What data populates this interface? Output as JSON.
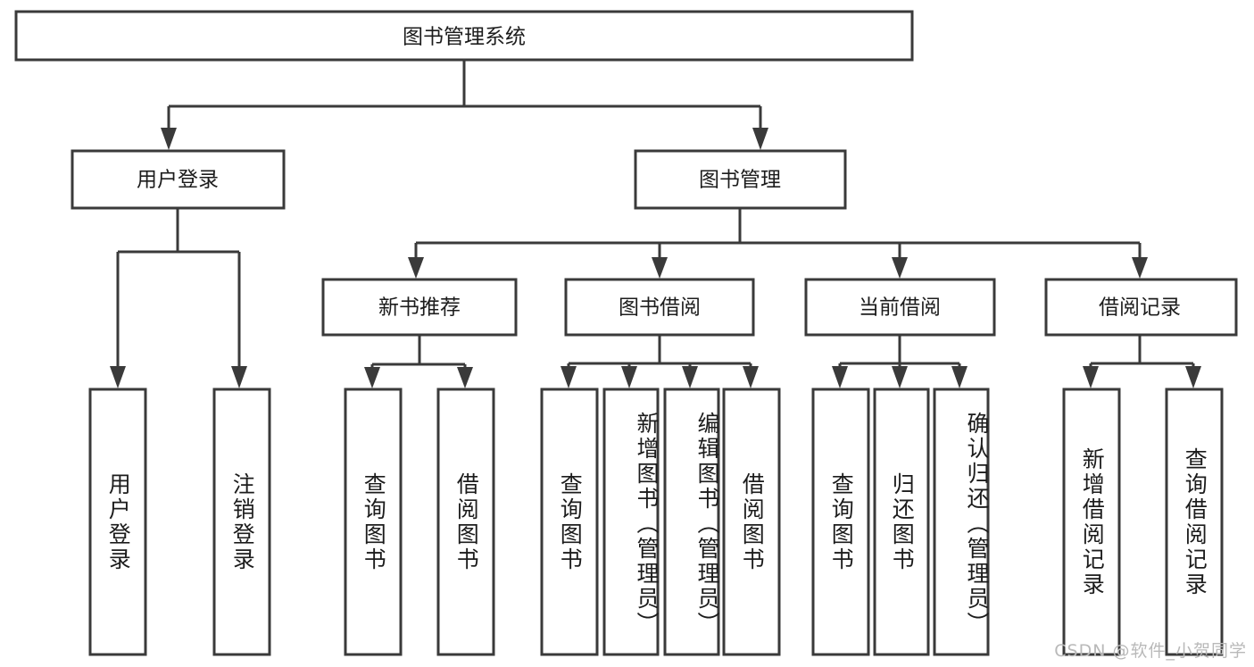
{
  "diagram": {
    "type": "tree-hierarchy-chart",
    "title": "图书管理系统",
    "watermark": "CSDN @软件_小贺同学",
    "colors": {
      "box_stroke": "#3a3a3a",
      "box_fill": "#ffffff",
      "text": "#1c1c1c",
      "watermark": "#b9b9b9",
      "background": "#ffffff"
    },
    "root": {
      "label": "图书管理系统"
    },
    "level2": [
      {
        "id": "user-login",
        "label": "用户登录"
      },
      {
        "id": "book-management",
        "label": "图书管理"
      }
    ],
    "level3": [
      {
        "id": "new-book-recommend",
        "label": "新书推荐"
      },
      {
        "id": "book-borrow",
        "label": "图书借阅"
      },
      {
        "id": "current-borrow",
        "label": "当前借阅"
      },
      {
        "id": "borrow-record",
        "label": "借阅记录"
      }
    ],
    "leaves": {
      "user_login": [
        {
          "id": "leaf-user-login",
          "label": "用户登录"
        },
        {
          "id": "leaf-logout-login",
          "label": "注销登录"
        }
      ],
      "new_book_recommend": [
        {
          "id": "leaf-query-book-1",
          "label": "查询图书"
        },
        {
          "id": "leaf-borrow-book-1",
          "label": "借阅图书"
        }
      ],
      "book_borrow": [
        {
          "id": "leaf-query-book-2",
          "label": "查询图书"
        },
        {
          "id": "leaf-add-book",
          "label": "新增图书（管理员）"
        },
        {
          "id": "leaf-edit-book",
          "label": "编辑图书（管理员）"
        },
        {
          "id": "leaf-borrow-book-2",
          "label": "借阅图书"
        }
      ],
      "current_borrow": [
        {
          "id": "leaf-query-book-3",
          "label": "查询图书"
        },
        {
          "id": "leaf-return-book",
          "label": "归还图书"
        },
        {
          "id": "leaf-confirm-return",
          "label": "确认归还（管理员）"
        }
      ],
      "borrow_record": [
        {
          "id": "leaf-add-record",
          "label": "新增借阅记录"
        },
        {
          "id": "leaf-query-record",
          "label": "查询借阅记录"
        }
      ]
    }
  }
}
